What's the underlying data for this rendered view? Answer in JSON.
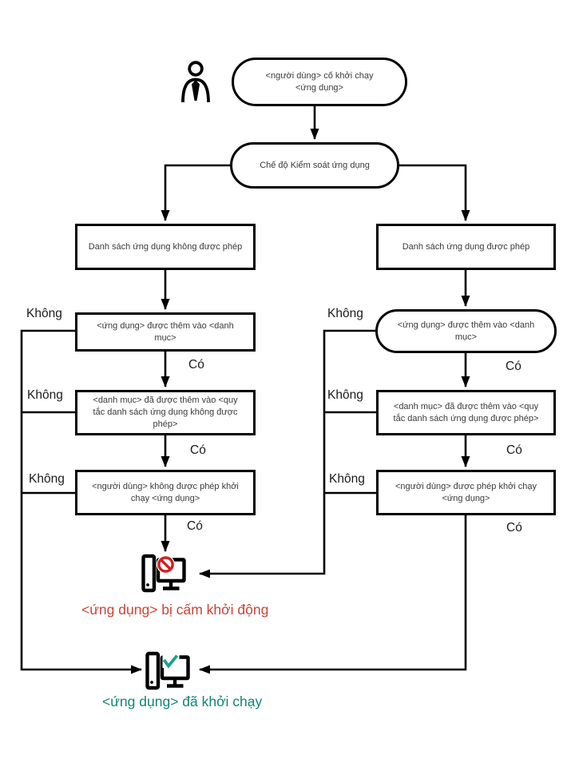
{
  "labels": {
    "yes": "Có",
    "no": "Không"
  },
  "nodes": {
    "user_start": "<người dùng> cố khởi chạy <ứng dụng>",
    "control_mode": "Chế độ Kiểm soát ứng dụng",
    "denylist": "Danh sách ứng dụng không được phép",
    "allowlist": "Danh sách ứng dụng được phép",
    "app_added_deny": "<ứng dụng> được thêm vào <danh mục>",
    "app_added_allow": "<ứng dụng> được thêm vào <danh mục>",
    "category_rule_deny": "<danh mục> đã được thêm vào <quy tắc danh sách ứng dụng không được phép>",
    "category_rule_allow": "<danh mục> đã được thêm vào <quy tắc danh sách ứng dụng được phép>",
    "user_not_allowed": "<người dùng> không được phép khởi chạy <ứng dụng>",
    "user_allowed": "<người dùng> được phép khởi chạy <ứng dụng>"
  },
  "results": {
    "blocked": "<ứng dụng> bị cấm khởi động",
    "started": "<ứng dụng> đã khởi chạy"
  },
  "colors": {
    "line": "#000000",
    "box_text": "#3a3a3a",
    "blocked_text": "#cb4437",
    "started_text": "#0f8575",
    "prohibition_red": "#d21e1e",
    "check_green": "#1aa38b"
  },
  "icons": {
    "person": "person-icon",
    "blocked_computer": "computer-blocked-icon",
    "started_computer": "computer-started-icon"
  }
}
